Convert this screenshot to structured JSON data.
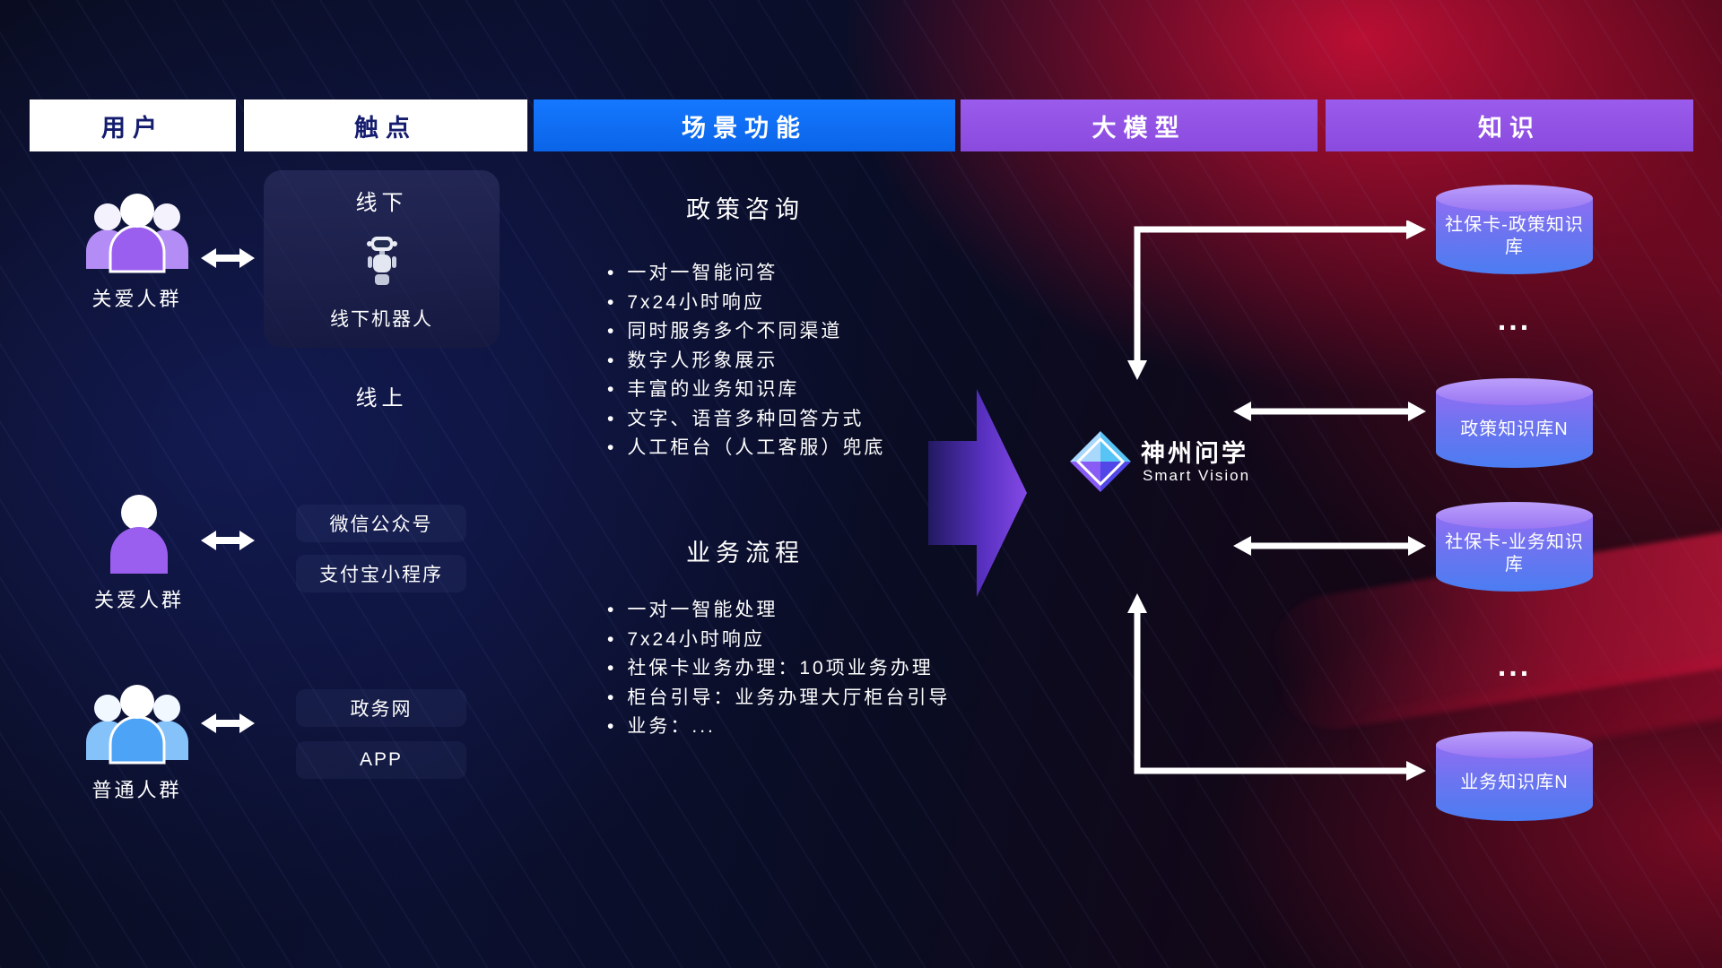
{
  "headers": {
    "user": "用户",
    "touchpoint": "触点",
    "scene": "场景功能",
    "model": "大模型",
    "knowledge": "知识"
  },
  "users": {
    "group1_label": "关爱人群",
    "group2_label": "关爱人群",
    "group3_label": "普通人群"
  },
  "touchpoints": {
    "offline_title": "线下",
    "offline_robot": "线下机器人",
    "online_title": "线上",
    "items": [
      "微信公众号",
      "支付宝小程序",
      "政务网",
      "APP"
    ]
  },
  "scene": {
    "policy_title": "政策咨询",
    "policy_items": [
      "一对一智能问答",
      "7x24小时响应",
      "同时服务多个不同渠道",
      "数字人形象展示",
      "丰富的业务知识库",
      "文字、语音多种回答方式",
      "人工柜台（人工客服）兜底"
    ],
    "business_title": "业务流程",
    "business_items": [
      "一对一智能处理",
      "7x24小时响应",
      "社保卡业务办理：10项业务办理",
      "柜台引导：业务办理大厅柜台引导",
      "业务：..."
    ]
  },
  "model": {
    "name": "神州问学",
    "subtitle": "Smart Vision"
  },
  "knowledge": {
    "cylinders": [
      "社保卡-政策知识库",
      "政策知识库N",
      "社保卡-业务知识库",
      "业务知识库N"
    ],
    "ellipsis": "..."
  },
  "colors": {
    "header_blue": "#0b6df0",
    "header_purple": "#9153e4",
    "cylinder_top": "#b89bfa",
    "cylinder_bottom": "#4b7df2",
    "accent_red": "#c40f32",
    "person_purple": "#9b5ff0",
    "person_blue": "#4da3f5"
  }
}
